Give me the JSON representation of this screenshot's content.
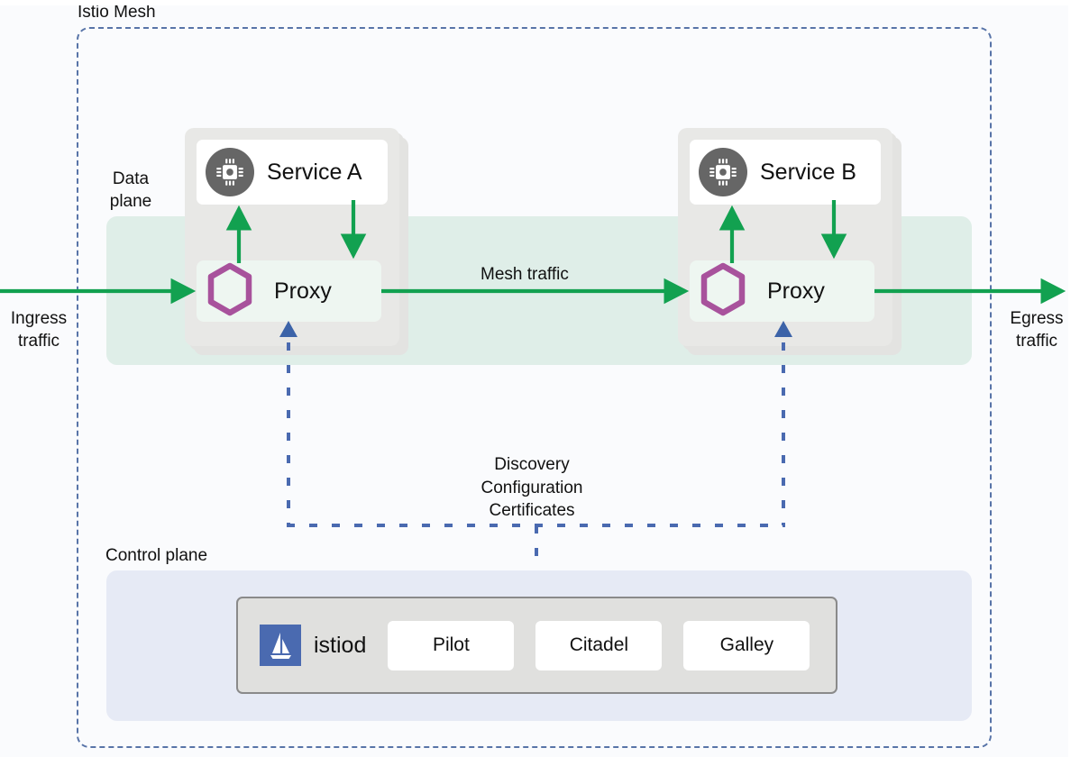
{
  "diagram": {
    "title": "Istio Mesh",
    "mesh_label": "Istio Mesh",
    "data_plane_label": "Data\nplane",
    "control_plane_label": "Control plane",
    "colors": {
      "mesh_border": "#5874a8",
      "data_band": "#dfeee8",
      "control_panel": "#e6eaf5",
      "pod": "#e8e8e6",
      "proxy_box": "#eef6f1",
      "arrow_green": "#16a34a",
      "arrow_green_dark": "#0e9f4f",
      "hexagon_purple": "#a8529c",
      "cpu_circle": "#666666",
      "istio_logo_blue": "#4a6ab0",
      "istiod_box": "#e0e0de",
      "page_background": "#fafbfd"
    }
  },
  "pods": [
    {
      "id": "pod-a",
      "service_label": "Service A",
      "service_icon": "cpu-chip-icon",
      "proxy_label": "Proxy",
      "proxy_icon": "hexagon-icon"
    },
    {
      "id": "pod-b",
      "service_label": "Service B",
      "service_icon": "cpu-chip-icon",
      "proxy_label": "Proxy",
      "proxy_icon": "hexagon-icon"
    }
  ],
  "edges": {
    "ingress_label": "Ingress\ntraffic",
    "egress_label": "Egress\ntraffic",
    "mesh_traffic_label": "Mesh traffic",
    "discovery_label": "Discovery\nConfiguration\nCertificates"
  },
  "control_plane": {
    "istiod_label": "istiod",
    "istiod_icon": "istio-sailboat-logo",
    "components": [
      {
        "label": "Pilot"
      },
      {
        "label": "Citadel"
      },
      {
        "label": "Galley"
      }
    ]
  }
}
